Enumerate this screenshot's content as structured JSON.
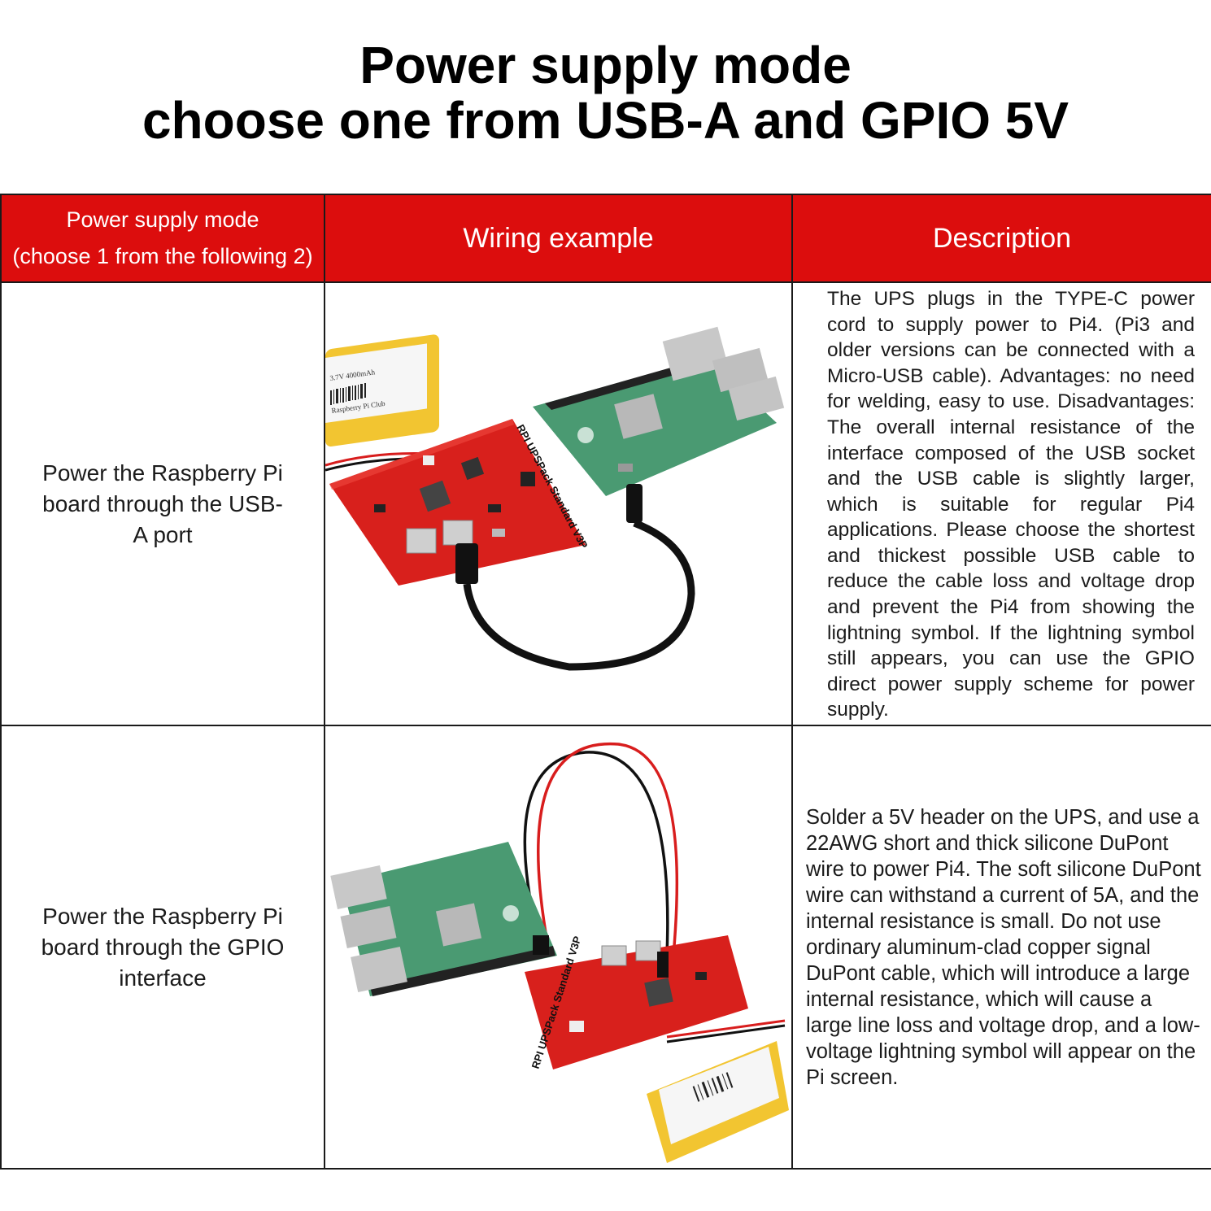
{
  "title": {
    "line1": "Power supply mode",
    "line2": "choose one from USB-A and GPIO 5V"
  },
  "table": {
    "headers": {
      "mode_line1": "Power supply mode",
      "mode_line2": "(choose 1 from the following 2)",
      "wiring": "Wiring example",
      "description": "Description"
    },
    "rows": [
      {
        "mode": "Power the Raspberry Pi board through the USB-A port",
        "description": "The UPS plugs in the TYPE-C power cord to supply power to Pi4. (Pi3 and older versions can be connected with a Micro-USB cable). Advantages: no need for welding, easy to use. Disadvantages: The overall internal resistance of the interface composed of the USB socket and the USB cable is slightly larger, which is suitable for regular Pi4 applications. Please choose the shortest and thickest possible USB cable to reduce the cable loss and voltage drop and prevent the Pi4 from showing the lightning symbol. If the lightning symbol still appears, you can use the GPIO direct power supply scheme for power supply."
      },
      {
        "mode": "Power the Raspberry Pi board through the GPIO interface",
        "description": "Solder a 5V header on the UPS, and use a 22AWG short and thick silicone DuPont wire to power Pi4. The soft silicone DuPont wire can withstand a current of 5A, and the internal resistance is small. Do not use ordinary aluminum-clad copper signal DuPont cable, which will introduce a large internal resistance, which will cause a large line loss and voltage drop, and a low-voltage lightning symbol will appear on the Pi screen."
      }
    ]
  },
  "images": {
    "ups_board_label": "RPI UPSPack Standard V3P",
    "battery_spec": "3.7V 4000mAh",
    "battery_brand": "Raspberry Pi Club"
  },
  "colors": {
    "header_bg": "#dc0d0d",
    "pcb_red": "#d8201c",
    "pi_green": "#4a9a72",
    "battery_yellow": "#f2c531"
  }
}
